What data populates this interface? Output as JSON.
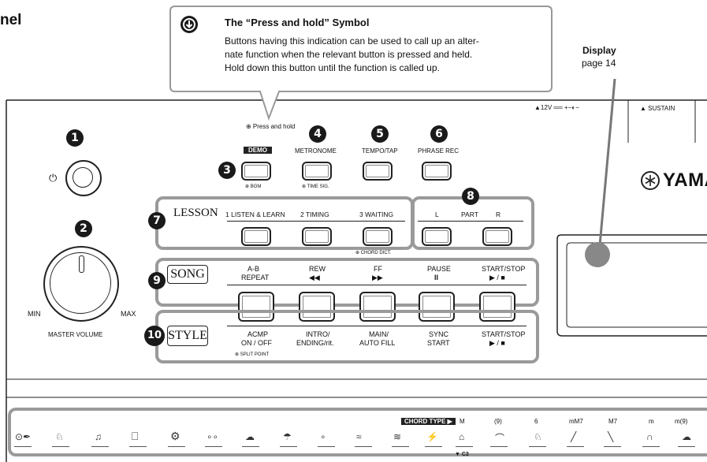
{
  "heading_fragment": "nel",
  "callout": {
    "title": "The “Press and hold” Symbol",
    "line1": "Buttons having this indication can be used to call up an alter-",
    "line2": "nate function when the relevant button is pressed and held.",
    "line3": "Hold down this button until the function is called up."
  },
  "display_note": {
    "title": "Display",
    "page": "page 14"
  },
  "top_labels": {
    "power": "▲12V ══ +−◐−",
    "sustain": "▲ SUSTAIN"
  },
  "brand": "YAMA",
  "press_hold_label": "⊕ Press and hold",
  "numbers": [
    "1",
    "2",
    "3",
    "4",
    "5",
    "6",
    "7",
    "8",
    "9",
    "10"
  ],
  "row1": {
    "demo": "DEMO",
    "demo_sub": "⊕ BGM",
    "metronome": "METRONOME",
    "metronome_sub": "⊕ TIME SIG.",
    "tempo": "TEMPO/TAP",
    "phrase": "PHRASE REC"
  },
  "lesson": {
    "label": "LESSON",
    "b1": "1 LISTEN & LEARN",
    "b2": "2 TIMING",
    "b3": "3 WAITING",
    "b3_sub": "⊕ CHORD DICT."
  },
  "part": {
    "l": "L",
    "part": "PART",
    "r": "R"
  },
  "song": {
    "label": "SONG",
    "ab_1": "A-B",
    "ab_2": "REPEAT",
    "rew_1": "REW",
    "rew_2": "◀◀",
    "ff_1": "FF",
    "ff_2": "▶▶",
    "pause_1": "PAUSE",
    "pause_2": "II",
    "ss_1": "START/STOP",
    "ss_2": "▶ / ■"
  },
  "style": {
    "label": "STYLE",
    "acmp_1": "ACMP",
    "acmp_2": "ON / OFF",
    "acmp_sub": "⊕ SPLIT POINT",
    "intro_1": "INTRO/",
    "intro_2": "ENDING/rit.",
    "main_1": "MAIN/",
    "main_2": "AUTO FILL",
    "sync_1": "SYNC",
    "sync_2": "START",
    "ss_1": "START/STOP",
    "ss_2": "▶ / ■"
  },
  "volume": {
    "min": "MIN",
    "max": "MAX",
    "label": "MASTER VOLUME"
  },
  "chord_strip": {
    "chord_type": "CHORD TYPE ▶",
    "m": "M",
    "nine": "(9)",
    "six": "6",
    "mm7": "mM7",
    "m7": "M7",
    "minor": "m",
    "m9": "m(9)",
    "c3": "▼ C3"
  }
}
